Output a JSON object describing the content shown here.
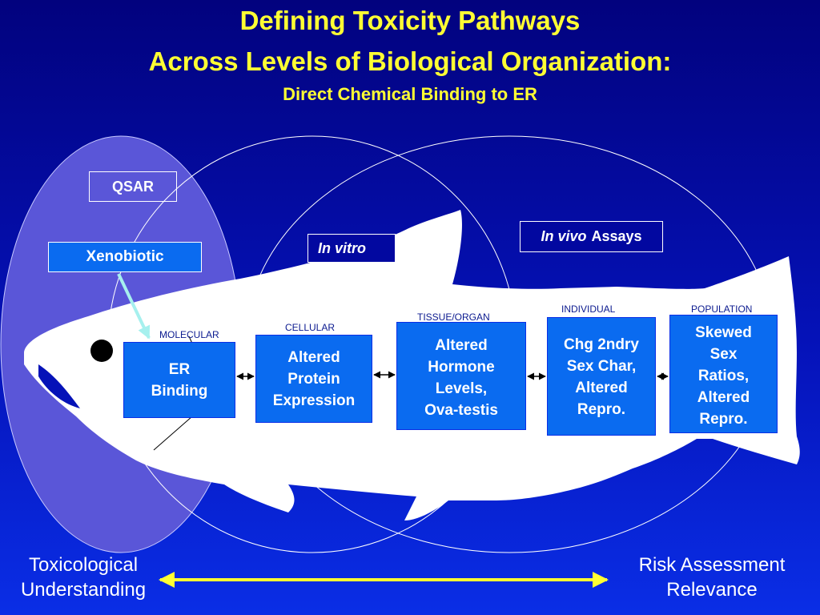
{
  "title": {
    "line1": "Defining Toxicity Pathways",
    "line2": "Across Levels of Biological Organization:",
    "subtitle": "Direct Chemical Binding to ER"
  },
  "labels": {
    "qsar": "QSAR",
    "in_vitro": "In vitro",
    "in_vivo_italic": "In vivo",
    "in_vivo_rest": "Assays",
    "xenobiotic": "Xenobiotic"
  },
  "levels": {
    "molecular": "MOLECULAR",
    "cellular": "CELLULAR",
    "tissue_organ": "TISSUE/ORGAN",
    "individual": "INDIVIDUAL",
    "population": "POPULATION"
  },
  "stages": {
    "molecular": "ER\nBinding",
    "cellular": "Altered\nProtein\nExpression",
    "tissue_organ": "Altered\nHormone\nLevels,\nOva-testis",
    "individual": "Chg 2ndry\nSex Char,\nAltered\nRepro.",
    "population": "Skewed\nSex\nRatios,\nAltered\nRepro."
  },
  "bottom": {
    "left": "Toxicological\nUnderstanding",
    "right": "Risk Assessment\nRelevance"
  },
  "colors": {
    "title": "#ffff33",
    "stage_box": "#0a6bf0",
    "arrow": "#ffff33",
    "background_top": "#02027e",
    "background_bottom": "#0a2ee6"
  }
}
